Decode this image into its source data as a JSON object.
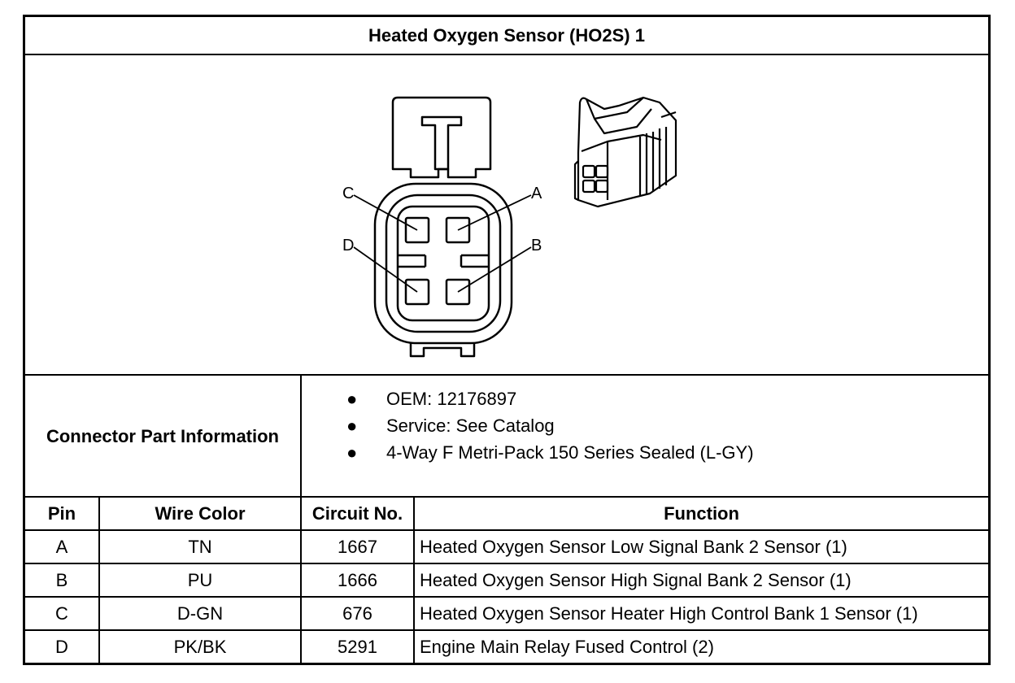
{
  "title": "Heated Oxygen Sensor (HO2S) 1",
  "connector": {
    "label": "Connector Part Information",
    "items": [
      "OEM: 12176897",
      "Service: See Catalog",
      "4-Way F Metri-Pack 150 Series Sealed (L-GY)"
    ]
  },
  "diagram": {
    "pin_labels": {
      "a": "A",
      "b": "B",
      "c": "C",
      "d": "D"
    }
  },
  "table": {
    "headers": {
      "pin": "Pin",
      "wire_color": "Wire Color",
      "circuit": "Circuit No.",
      "function": "Function"
    },
    "rows": [
      {
        "pin": "A",
        "wire_color": "TN",
        "circuit": "1667",
        "function": "Heated Oxygen Sensor Low Signal Bank 2 Sensor (1)"
      },
      {
        "pin": "B",
        "wire_color": "PU",
        "circuit": "1666",
        "function": "Heated Oxygen Sensor High Signal Bank 2 Sensor (1)"
      },
      {
        "pin": "C",
        "wire_color": "D-GN",
        "circuit": "676",
        "function": "Heated Oxygen Sensor Heater High Control Bank 1 Sensor (1)"
      },
      {
        "pin": "D",
        "wire_color": "PK/BK",
        "circuit": "5291",
        "function": "Engine Main Relay Fused Control (2)"
      }
    ]
  }
}
